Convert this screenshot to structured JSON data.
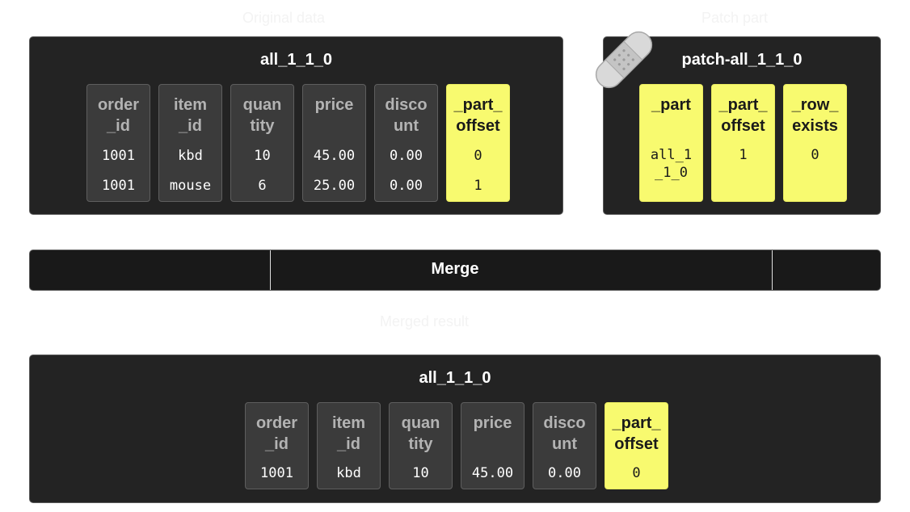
{
  "captions": {
    "top_left": "Original data",
    "top_right": "Patch part",
    "middle": "Merged result"
  },
  "top_left_table": {
    "title": "all_1_1_0",
    "columns": [
      {
        "header": "order\n_id",
        "values": [
          "1001",
          "1001"
        ],
        "highlight": false
      },
      {
        "header": "item\n_id",
        "values": [
          "kbd",
          "mouse"
        ],
        "highlight": false
      },
      {
        "header": "quan\ntity",
        "values": [
          "10",
          "6"
        ],
        "highlight": false
      },
      {
        "header": "price",
        "values": [
          "45.00",
          "25.00"
        ],
        "highlight": false
      },
      {
        "header": "disco\nunt",
        "values": [
          "0.00",
          "0.00"
        ],
        "highlight": false
      },
      {
        "header": "_part_\noffset",
        "values": [
          "0",
          "1"
        ],
        "highlight": true
      }
    ]
  },
  "patch_table": {
    "title": "patch-all_1_1_0",
    "icon": "bandage-icon",
    "columns": [
      {
        "header": "_part",
        "values": [
          "all_1\n_1_0"
        ],
        "highlight": true
      },
      {
        "header": "_part_\noffset",
        "values": [
          "1"
        ],
        "highlight": true
      },
      {
        "header": "_row_\nexists",
        "values": [
          "0"
        ],
        "highlight": true
      }
    ]
  },
  "merge": {
    "label": "Merge"
  },
  "result_table": {
    "title": "all_1_1_0",
    "columns": [
      {
        "header": "order\n_id",
        "values": [
          "1001"
        ],
        "highlight": false
      },
      {
        "header": "item\n_id",
        "values": [
          "kbd"
        ],
        "highlight": false
      },
      {
        "header": "quan\ntity",
        "values": [
          "10"
        ],
        "highlight": false
      },
      {
        "header": "price",
        "values": [
          "45.00"
        ],
        "highlight": false
      },
      {
        "header": "disco\nunt",
        "values": [
          "0.00"
        ],
        "highlight": false
      },
      {
        "header": "_part_\noffset",
        "values": [
          "0"
        ],
        "highlight": true
      }
    ]
  },
  "colors": {
    "panel_bg": "#232323",
    "column_bg": "#3b3b3b",
    "highlight": "#f8fa6f",
    "merge_bg": "#191919"
  }
}
